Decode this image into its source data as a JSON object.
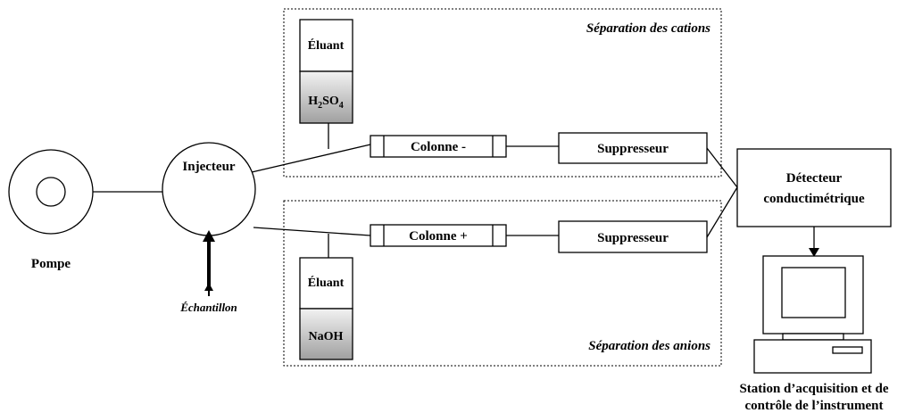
{
  "pump": {
    "label": "Pompe"
  },
  "injector": {
    "label": "Injecteur"
  },
  "sample": {
    "label": "Échantillon"
  },
  "cation_section": {
    "title": "Séparation des cations",
    "eluent_label": "Éluant",
    "eluent_reagent_base": "H",
    "eluent_reagent_sub1": "2",
    "eluent_reagent_mid": "SO",
    "eluent_reagent_sub2": "4",
    "column_label": "Colonne -",
    "suppressor_label": "Suppresseur"
  },
  "anion_section": {
    "title": "Séparation des anions",
    "eluent_label": "Éluant",
    "eluent_reagent": "NaOH",
    "column_label": "Colonne +",
    "suppressor_label": "Suppresseur"
  },
  "detector": {
    "line1": "Détecteur",
    "line2": "conductimétrique"
  },
  "workstation": {
    "line1": "Station d’acquisition et de",
    "line2": "contrôle de l’instrument"
  },
  "colors": {
    "reagent_fill_top": "#f2f2f2",
    "reagent_fill_bottom": "#a0a0a0",
    "stroke": "#000000"
  }
}
